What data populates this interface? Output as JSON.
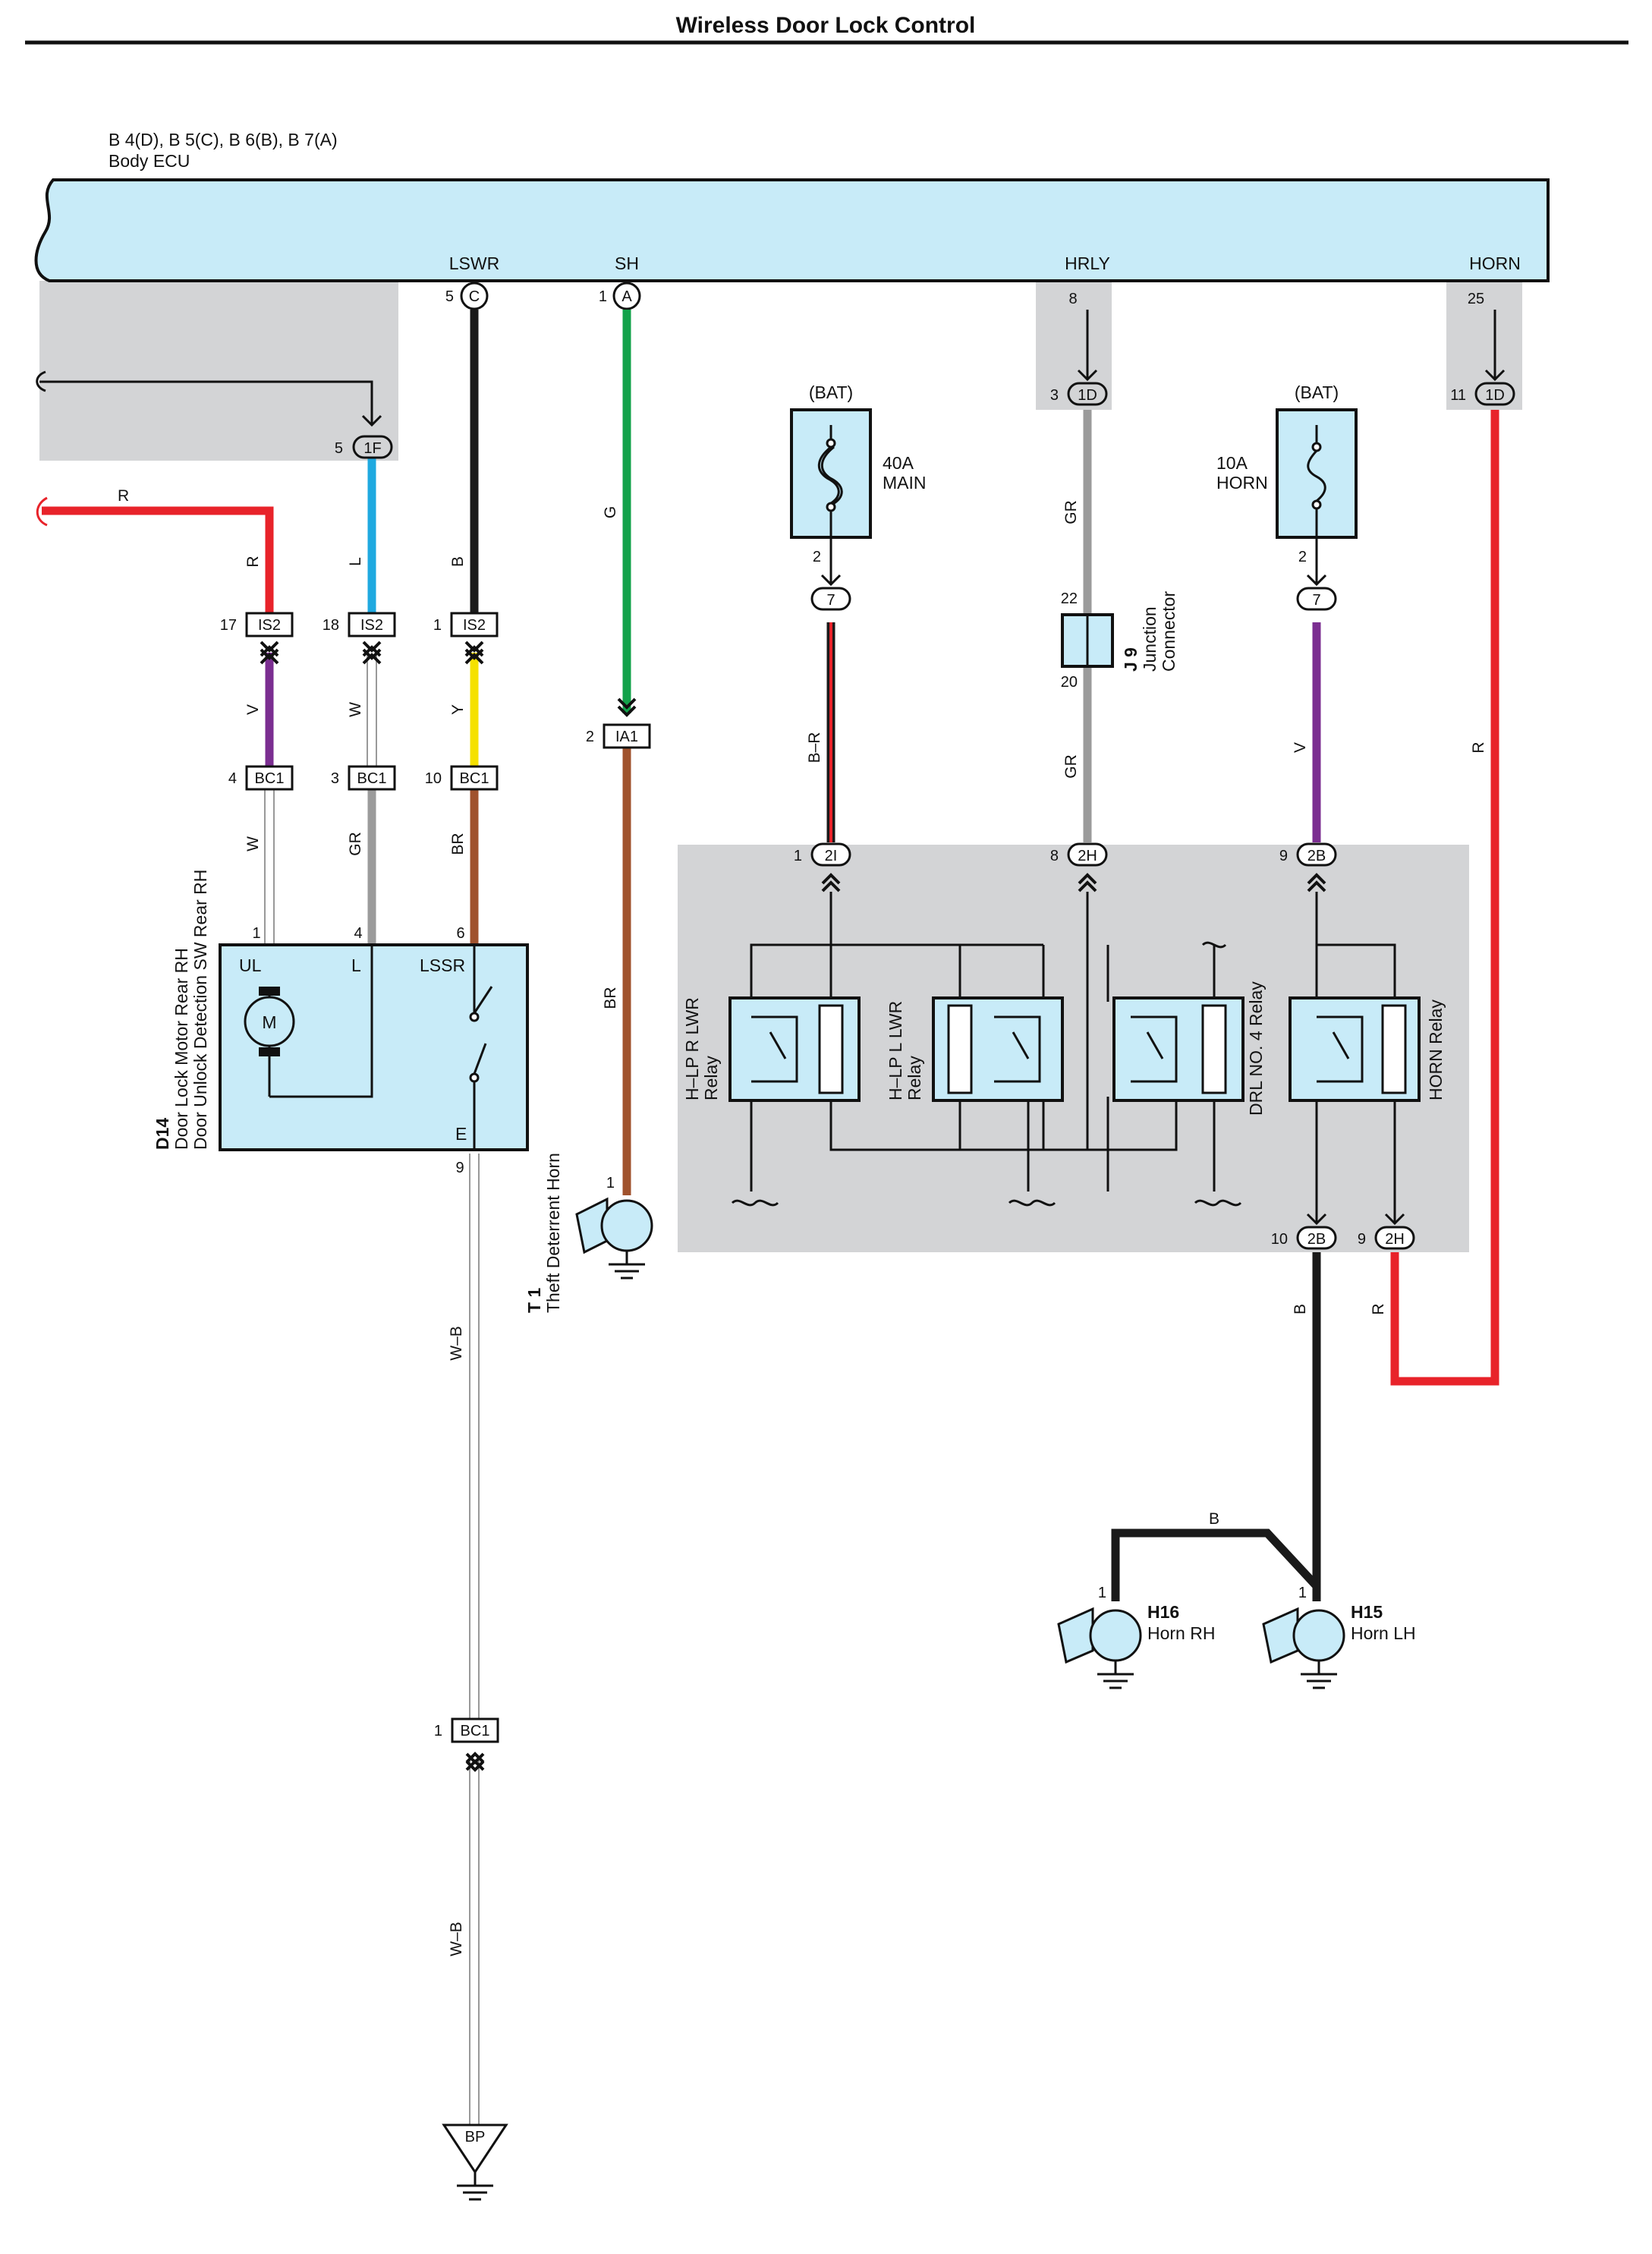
{
  "title": "Wireless Door Lock Control",
  "ecu": {
    "refs": "B 4(D), B 5(C), B 6(B), B 7(A)",
    "name": "Body ECU"
  },
  "terminals": {
    "lswr": "LSWR",
    "sh": "SH",
    "hrly": "HRLY",
    "horn": "HORN"
  },
  "pins": {
    "lswr": "5",
    "lswr_conn": "C",
    "sh": "1",
    "sh_conn": "A",
    "hrly": "8",
    "horn": "25",
    "hrly_1d": "3",
    "horn_1d": "11",
    "p1f": "5",
    "is2_r": "17",
    "is2_l": "18",
    "is2_b": "1",
    "bc1_v": "4",
    "bc1_w": "3",
    "bc1_y": "10",
    "ia1": "2",
    "d14_ul": "1",
    "d14_l": "4",
    "d14_lssr": "6",
    "d14_e": "9",
    "fuse_main": "2",
    "fuse_horn": "2",
    "j9_in": "22",
    "j9_out": "20",
    "p2i": "1",
    "p2h": "8",
    "p2b": "9",
    "p2b_out": "10",
    "p2h_out": "9",
    "t1": "1",
    "h16": "1",
    "h15": "1",
    "bc1_bot": "1"
  },
  "connectors": {
    "c1f": "1F",
    "c1d": "1D",
    "is2": "IS2",
    "bc1": "BC1",
    "ia1": "IA1",
    "c7": "7",
    "c2i": "2I",
    "c2h": "2H",
    "c2b": "2B",
    "bp": "BP"
  },
  "wires": {
    "r_top": "R",
    "r": "R",
    "l": "L",
    "b": "B",
    "g": "G",
    "v": "V",
    "w": "W",
    "y": "Y",
    "w2": "W",
    "gr": "GR",
    "br": "BR",
    "br2": "BR",
    "wb1": "W–B",
    "wb2": "W–B",
    "br_main": "B–R",
    "gr1": "GR",
    "gr2": "GR",
    "v_horn": "V",
    "r_horn": "R",
    "b_out": "B",
    "r_out": "R",
    "b_h": "B"
  },
  "fuses": {
    "bat1": "(BAT)",
    "main_amp": "40A",
    "main_name": "MAIN",
    "bat2": "(BAT)",
    "horn_amp": "10A",
    "horn_name": "HORN"
  },
  "j9": {
    "code": "J 9",
    "line1": "Junction",
    "line2": "Connector"
  },
  "d14": {
    "code": "D14",
    "line1": "Door Lock Motor Rear RH",
    "line2": "Door Unlock Detection SW Rear RH",
    "ul": "UL",
    "l": "L",
    "lssr": "LSSR",
    "e": "E",
    "m": "M"
  },
  "relays": {
    "hlp_r": "H–LP R LWR",
    "hlp_r2": "Relay",
    "hlp_l": "H–LP L LWR",
    "hlp_l2": "Relay",
    "drl": "DRL NO. 4 Relay",
    "horn": "HORN Relay"
  },
  "t1": {
    "code": "T 1",
    "name": "Theft Deterrent Horn"
  },
  "h16": {
    "code": "H16",
    "name": "Horn RH"
  },
  "h15": {
    "code": "H15",
    "name": "Horn LH"
  },
  "colors": {
    "ecu_fill": "#c8ebf8",
    "gray_box": "#d3d4d6",
    "red": "#e8232a",
    "blue": "#1fa9e0",
    "black": "#1a1a1a",
    "green": "#12a24a",
    "purple": "#7b2e91",
    "yellow": "#f5e100",
    "brown": "#a0522d",
    "gray": "#9b9b9b"
  }
}
